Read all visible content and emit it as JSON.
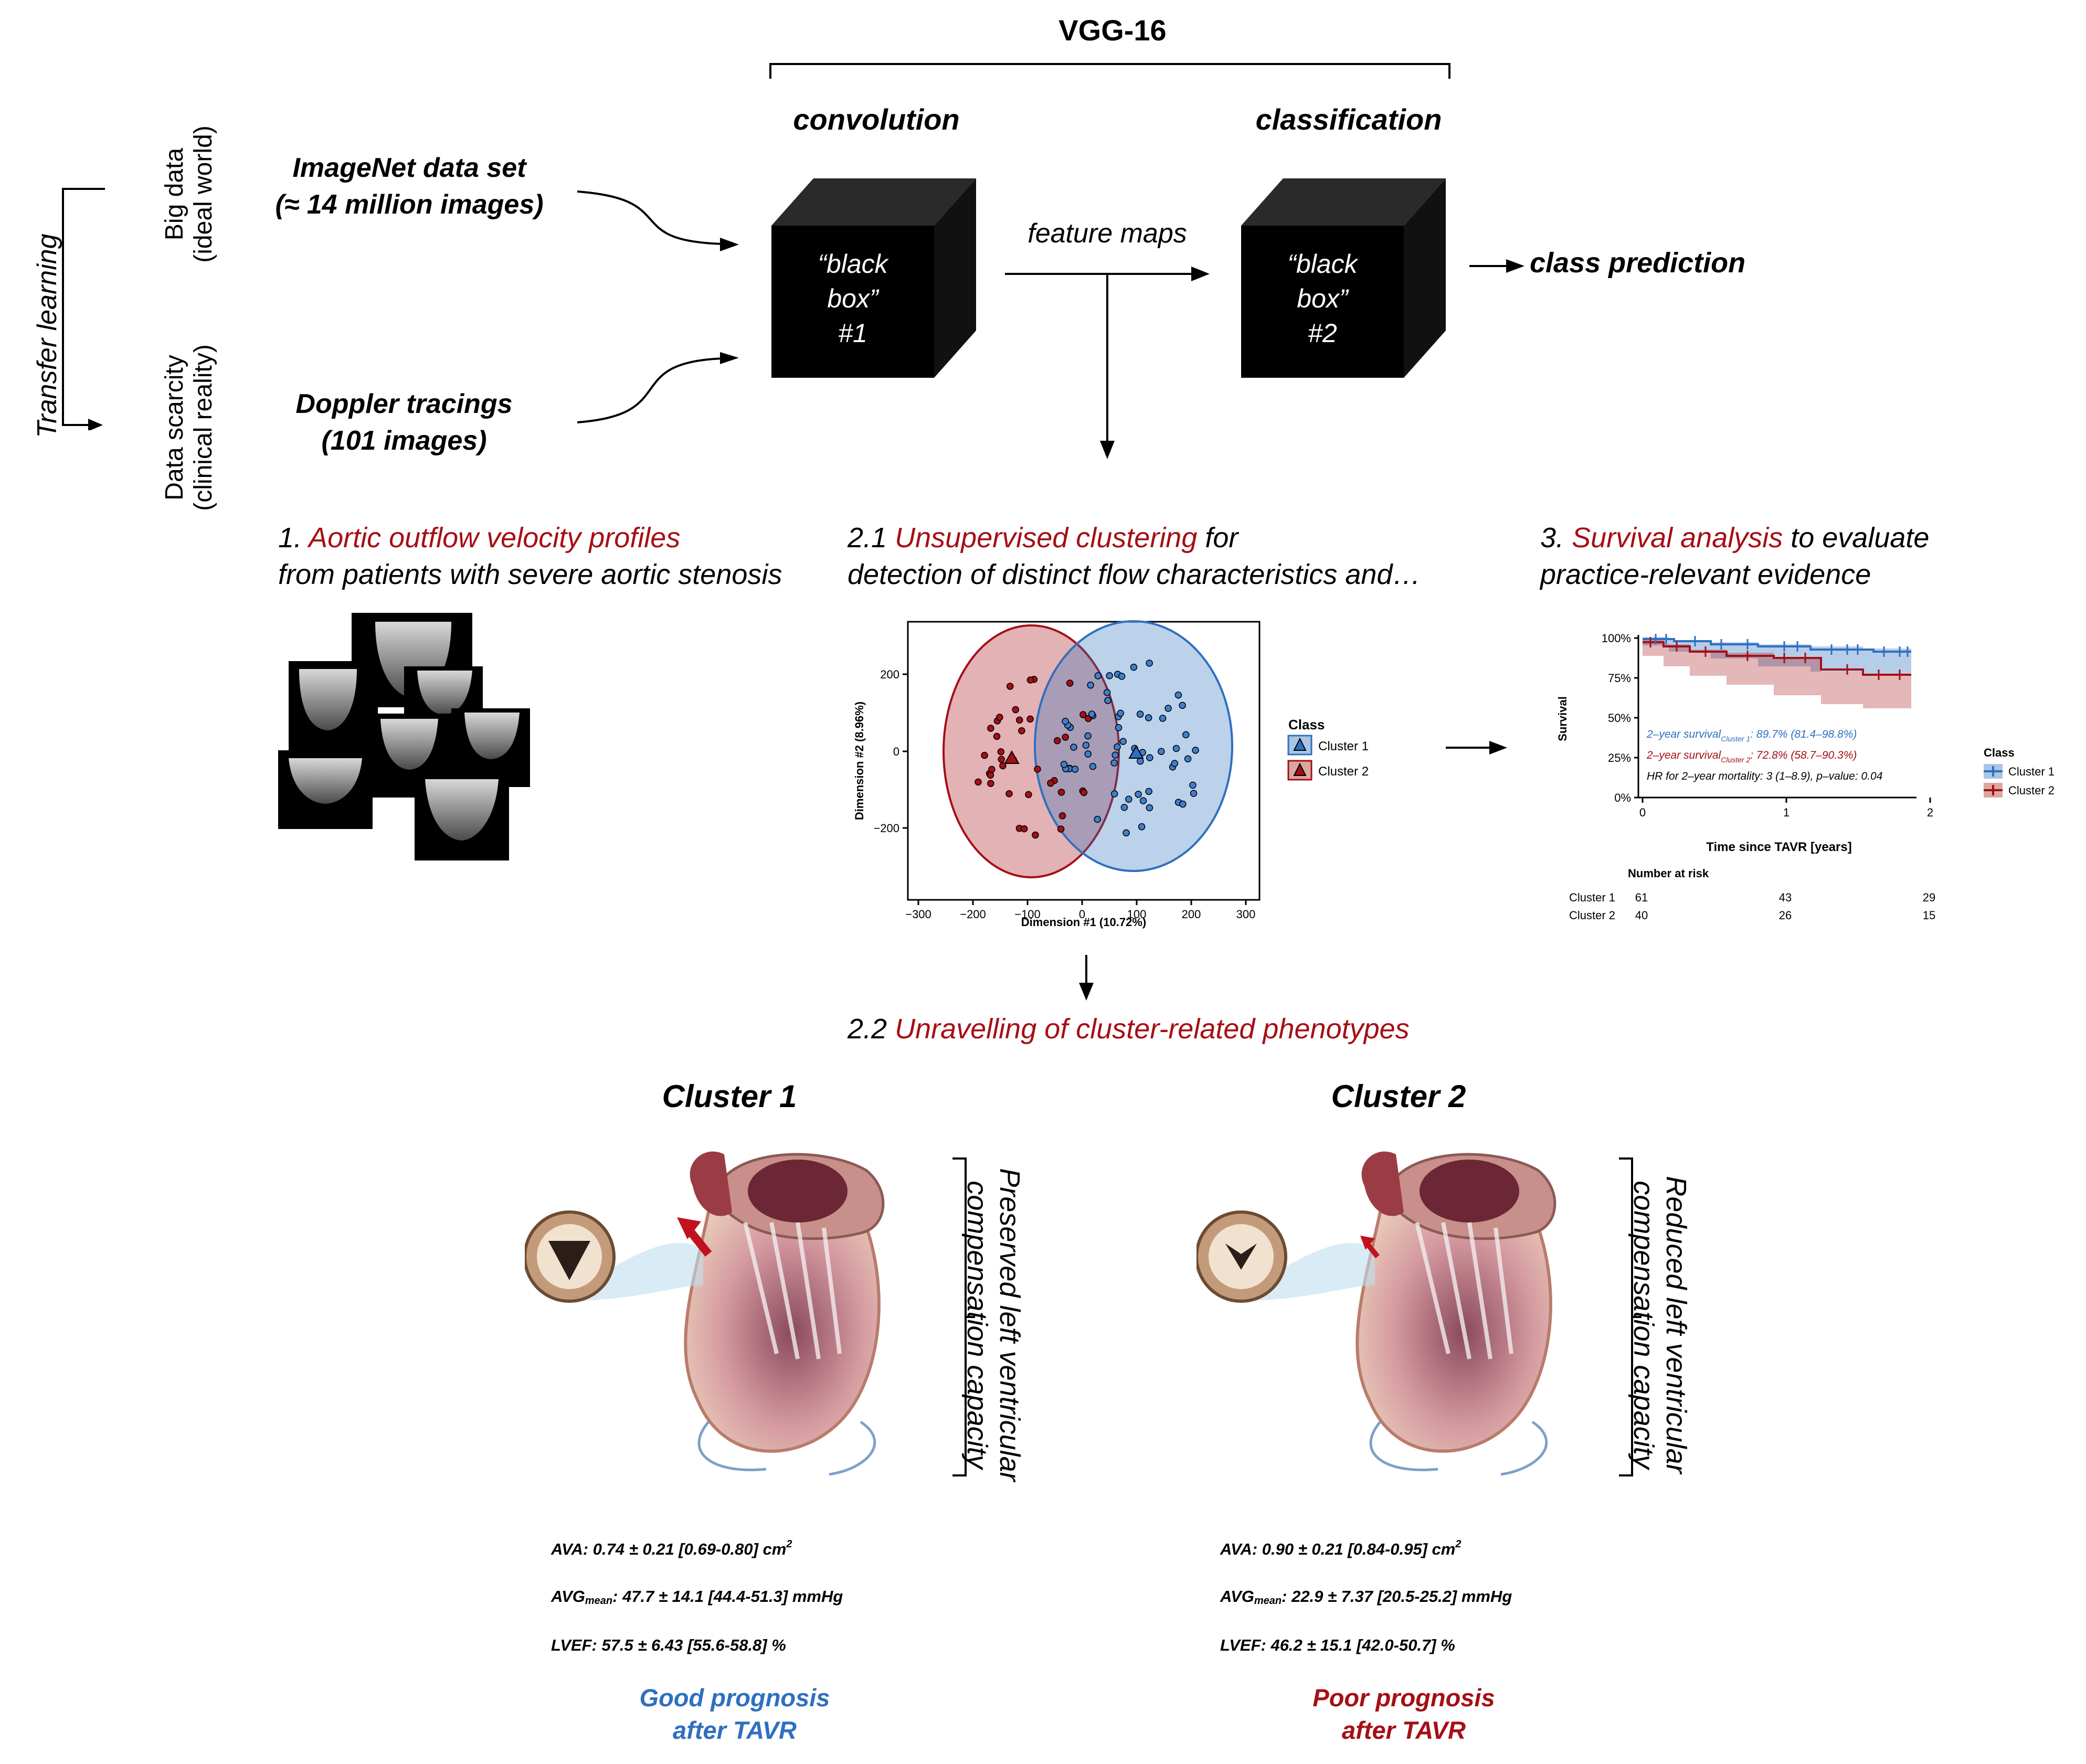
{
  "header": {
    "title": "VGG-16",
    "convolution": "convolution",
    "classification": "classification"
  },
  "left": {
    "transfer_learning": "Transfer learning",
    "big_data": [
      "Big data",
      "(ideal world)"
    ],
    "data_scarcity": [
      "Data scarcity",
      "(clinical reality)"
    ],
    "imagenet": [
      "ImageNet data set",
      "(≈ 14 million images)"
    ],
    "doppler": [
      "Doppler tracings",
      "(101 images)"
    ]
  },
  "pipeline": {
    "box1": [
      "“black",
      "box”",
      "#1"
    ],
    "box2": [
      "“black",
      "box”",
      "#2"
    ],
    "feature_maps": "feature maps",
    "class_prediction": "class prediction"
  },
  "step1": {
    "number": "1.",
    "highlight": "Aortic outflow velocity profiles",
    "line2": "from patients with severe aortic stenosis"
  },
  "step21": {
    "number": "2.1",
    "highlight": "Unsupervised clustering",
    "rest": "for",
    "line2": "detection of distinct flow characteristics and…"
  },
  "step3": {
    "number": "3.",
    "highlight": "Survival analysis",
    "rest": "to evaluate",
    "line2": "practice-relevant evidence"
  },
  "step22": {
    "number": "2.2",
    "highlight": "Unravelling of cluster-related phenotypes"
  },
  "colors": {
    "red": "#a50f15",
    "blue": "#2f6fbf",
    "cluster1_fill": "#a9c4e4",
    "cluster2_fill": "#d9a8a0"
  },
  "scatter": {
    "xlabel": "Dimension #1 (10.72%)",
    "ylabel": "Dimension #2 (8.96%)",
    "xticks": [
      "−300",
      "−200",
      "−100",
      "0",
      "100",
      "200",
      "300"
    ],
    "yticks": [
      "200",
      "0",
      "−200"
    ],
    "legend_title": "Class",
    "legend": [
      "Cluster 1",
      "Cluster 2"
    ]
  },
  "km": {
    "ylabel": "Survival",
    "xlabel": "Time since TAVR [years]",
    "yticks": [
      "100%",
      "75%",
      "50%",
      "25%",
      "0%"
    ],
    "xticks": [
      "0",
      "1",
      "2"
    ],
    "ann1_pre": "2–year survival",
    "ann1_sub": "Cluster 1",
    "ann1_post": ": 89.7% (81.4–98.8%)",
    "ann2_pre": "2–year survival",
    "ann2_sub": "Cluster 2",
    "ann2_post": ": 72.8% (58.7–90.3%)",
    "ann3": "HR for 2–year mortality: 3 (1–8.9), p–value: 0.04",
    "legend_title": "Class",
    "legend": [
      "Cluster 1",
      "Cluster 2"
    ],
    "risk_title": "Number at risk",
    "risk_rows": [
      {
        "label": "Cluster 1",
        "values": [
          "61",
          "43",
          "29"
        ]
      },
      {
        "label": "Cluster 2",
        "values": [
          "40",
          "26",
          "15"
        ]
      }
    ]
  },
  "cluster1": {
    "title": "Cluster 1",
    "bracket": [
      "Preserved left ventricular",
      "compensation capacity"
    ],
    "ava": "AVA: 0.74 ± 0.21 [0.69-0.80] cm",
    "avg_pre": "AVG",
    "avg_sub": "mean",
    "avg_post": ": 47.7 ± 14.1 [44.4-51.3] mmHg",
    "lvef": "LVEF: 57.5 ± 6.43 [55.6-58.8] %",
    "prognosis": [
      "Good prognosis",
      "after TAVR"
    ]
  },
  "cluster2": {
    "title": "Cluster 2",
    "bracket": [
      "Reduced left ventricular",
      "compensation capacity"
    ],
    "ava": "AVA: 0.90 ± 0.21 [0.84-0.95] cm",
    "avg_pre": "AVG",
    "avg_sub": "mean",
    "avg_post": ": 22.9 ± 7.37 [20.5-25.2] mmHg",
    "lvef": "LVEF: 46.2 ± 15.1 [42.0-50.7] %",
    "prognosis": [
      "Poor prognosis",
      "after TAVR"
    ]
  },
  "superscript_2": "2"
}
